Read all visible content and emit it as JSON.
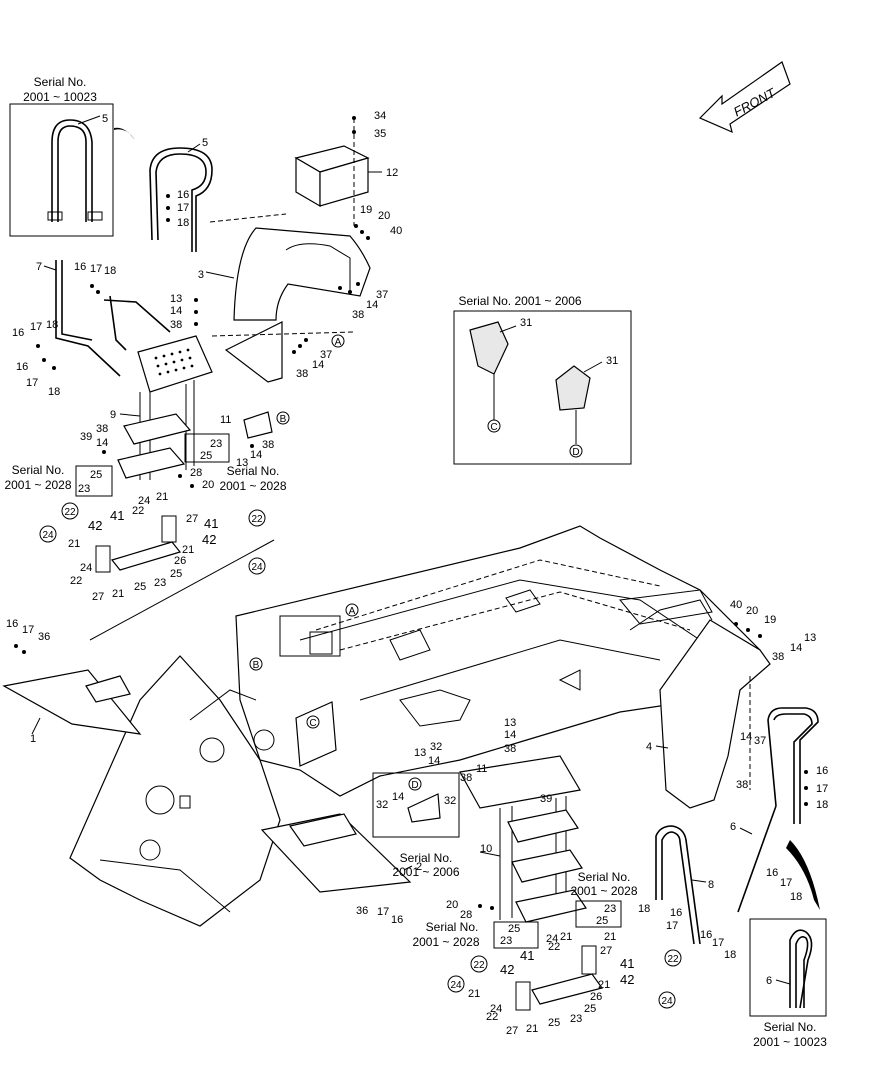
{
  "front_label": "FRONT",
  "serial_labels": {
    "top_left_a": "Serial No.",
    "top_left_b": "2001 ~ 10023",
    "detail_a": "Serial No. 2001 ~ 2006",
    "mid_left_a": "Serial No.",
    "mid_left_b": "2001 ~ 2028",
    "mid_center_a": "Serial No.",
    "mid_center_b": "2001 ~ 2028",
    "center_a": "Serial No.",
    "center_b": "2001 ~ 2006",
    "right_a": "Serial No.",
    "right_b": "2001 ~ 2028",
    "bottom_a": "Serial No.",
    "bottom_b": "2001 ~ 2028",
    "bottom_right_a": "Serial No.",
    "bottom_right_b": "2001 ~ 10023"
  },
  "callouts": {
    "A": "A",
    "B": "B",
    "C": "C",
    "D": "D",
    "c22": "22",
    "c24": "24"
  },
  "part_numbers": {
    "p1": "1",
    "p2": "2",
    "p3": "3",
    "p4": "4",
    "p5": "5",
    "p6": "6",
    "p7": "7",
    "p8": "8",
    "p9": "9",
    "p10": "10",
    "p11": "11",
    "p12": "12",
    "p13": "13",
    "p14": "14",
    "p16": "16",
    "p17": "17",
    "p18": "18",
    "p19": "19",
    "p20": "20",
    "p21": "21",
    "p22": "22",
    "p23": "23",
    "p24": "24",
    "p25": "25",
    "p26": "26",
    "p27": "27",
    "p28": "28",
    "p31": "31",
    "p32": "32",
    "p34": "34",
    "p35": "35",
    "p36": "36",
    "p37": "37",
    "p38": "38",
    "p39": "39",
    "p40": "40",
    "p41": "41",
    "p42": "42"
  }
}
